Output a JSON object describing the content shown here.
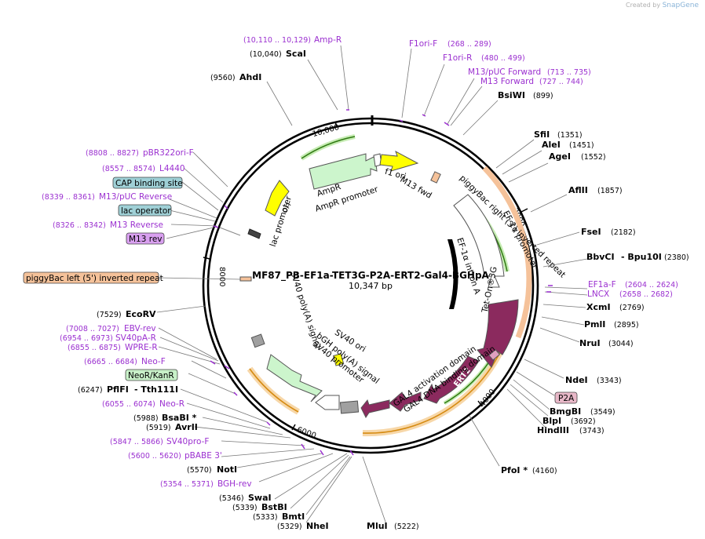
{
  "credit": {
    "prefix": "Created by",
    "brand": "SnapGene"
  },
  "map": {
    "title": "MF87_PB-EF1a-TET3G-P2A-ERT2-Gal4-BGHpA",
    "size": "10,347 bp",
    "ticks": [
      "2000",
      "4000",
      "6000",
      "8000",
      "10,000"
    ]
  },
  "sites": [
    {
      "name": "ScaI",
      "pos": "(10,040)"
    },
    {
      "name": "AhdI",
      "pos": "(9560)"
    },
    {
      "name": "BsiWI",
      "pos": "(899)"
    },
    {
      "name": "SfiI",
      "pos": "(1351)"
    },
    {
      "name": "AleI",
      "pos": "(1451)"
    },
    {
      "name": "AgeI",
      "pos": "(1552)"
    },
    {
      "name": "AflII",
      "pos": "(1857)"
    },
    {
      "name": "FseI",
      "pos": "(2182)"
    },
    {
      "name": "BbvCI",
      "pos": "(2380)",
      "extra": "- Bpu10I"
    },
    {
      "name": "XcmI",
      "pos": "(2769)"
    },
    {
      "name": "PmlI",
      "pos": "(2895)"
    },
    {
      "name": "NruI",
      "pos": "(3044)"
    },
    {
      "name": "NdeI",
      "pos": "(3343)"
    },
    {
      "name": "BmgBI",
      "pos": "(3549)"
    },
    {
      "name": "BlpI",
      "pos": "(3692)"
    },
    {
      "name": "HindIII",
      "pos": "(3743)"
    },
    {
      "name": "PfoI *",
      "pos": "(4160)"
    },
    {
      "name": "MluI",
      "pos": "(5222)"
    },
    {
      "name": "NheI",
      "pos": "(5329)"
    },
    {
      "name": "BmtI",
      "pos": "(5333)"
    },
    {
      "name": "BstBI",
      "pos": "(5339)"
    },
    {
      "name": "SwaI",
      "pos": "(5346)"
    },
    {
      "name": "NotI",
      "pos": "(5570)"
    },
    {
      "name": "AvrII",
      "pos": "(5919)"
    },
    {
      "name": "BsaBI *",
      "pos": "(5988)"
    },
    {
      "name": "PflFI",
      "pos": "(6247)",
      "extra": "- Tth111I"
    },
    {
      "name": "EcoRV",
      "pos": "(7529)"
    }
  ],
  "primers": [
    {
      "name": "Amp-R",
      "pos": "(10,110 .. 10,129)"
    },
    {
      "name": "F1ori-F",
      "pos": "(268 .. 289)"
    },
    {
      "name": "F1ori-R",
      "pos": "(480 .. 499)"
    },
    {
      "name": "M13/pUC Forward",
      "pos": "(713 .. 735)"
    },
    {
      "name": "M13 Forward",
      "pos": "(727 .. 744)"
    },
    {
      "name": "EF1a-F",
      "pos": "(2604 .. 2624)"
    },
    {
      "name": "LNCX",
      "pos": "(2658 .. 2682)"
    },
    {
      "name": "pBR322ori-F",
      "pos": "(8808 .. 8827)"
    },
    {
      "name": "L4440",
      "pos": "(8557 .. 8574)"
    },
    {
      "name": "M13/pUC Reverse",
      "pos": "(8339 .. 8361)"
    },
    {
      "name": "M13 Reverse",
      "pos": "(8326 .. 8342)"
    },
    {
      "name": "EBV-rev",
      "pos": "(7008 .. 7027)"
    },
    {
      "name": "SV40pA-R",
      "pos": "(6954 .. 6973)"
    },
    {
      "name": "WPRE-R",
      "pos": "(6855 .. 6875)"
    },
    {
      "name": "Neo-F",
      "pos": "(6665 .. 6684)"
    },
    {
      "name": "Neo-R",
      "pos": "(6055 .. 6074)"
    },
    {
      "name": "SV40pro-F",
      "pos": "(5847 .. 5866)"
    },
    {
      "name": "pBABE 3'",
      "pos": "(5600 .. 5620)"
    },
    {
      "name": "BGH-rev",
      "pos": "(5354 .. 5371)"
    }
  ],
  "boxes": {
    "cap": "CAP binding site",
    "lac": "lac operator",
    "m13rev": "M13 rev",
    "piggyleft": "piggyBac left (5') inverted repeat",
    "neor": "NeoR/KanR",
    "p2a": "P2A"
  },
  "features": {
    "ori": "ori",
    "ampr": "AmpR",
    "ampr_prom": "AmpR promoter",
    "f1ori": "f1 ori",
    "m13fwd": "M13 fwd",
    "piggyright": "piggyBac right (3') inverted repeat",
    "ef1a_prom": "EF-1α promoter",
    "ef1a_intron": "EF-1α intron A",
    "teton": "Tet-On®3G",
    "ert2": "ERT2",
    "gal4_dbd": "GAL4 DNA binding domain",
    "gal4_act": "GAL4 activation domain",
    "bgh": "bGH poly(A) signal",
    "sv40prom": "SV40 promoter",
    "sv40ori": "SV40 ori",
    "sv40pa": "SV40 poly(A) signal",
    "lacprom": "lac promoter"
  },
  "colors": {
    "ori": "#ffff00",
    "ampr": "#ccf5cc",
    "feature_purple": "#8b2a5e",
    "primer": "#9b30d0",
    "cap_box": "#9fd0d6",
    "m13_box": "#d9a0f0",
    "peach": "#f5c29a",
    "green_box": "#c8f0c8",
    "p2a_box": "#e8b8c8"
  }
}
